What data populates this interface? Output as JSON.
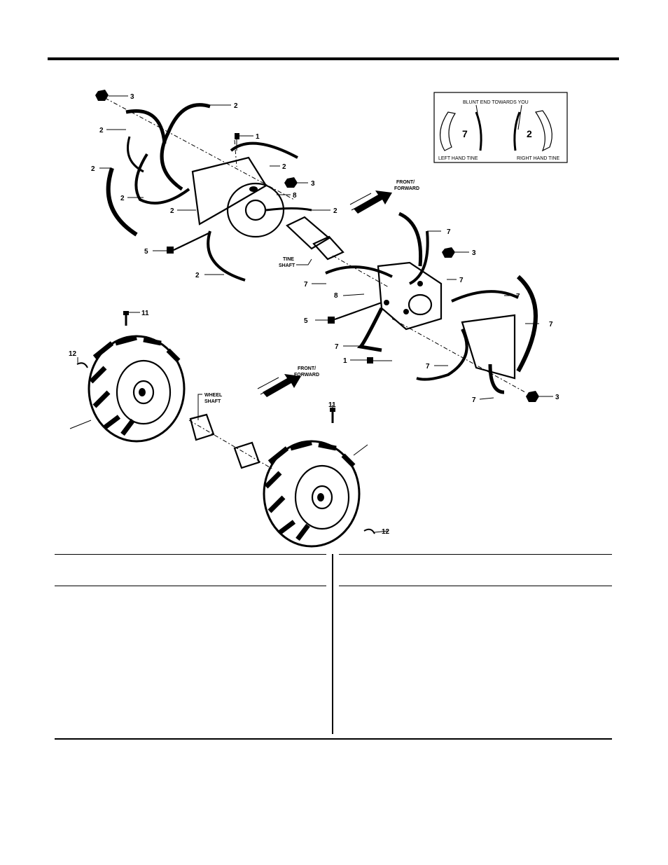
{
  "callouts": {
    "c1": "1",
    "c2": "2",
    "c3": "3",
    "c5": "5",
    "c7": "7",
    "c8": "8",
    "c11": "11",
    "c12": "12"
  },
  "labels": {
    "front_forward_line1": "FRONT/",
    "front_forward_line2": "FORWARD",
    "tine_shaft_line1": "TINE",
    "tine_shaft_line2": "SHAFT",
    "wheel_shaft_line1": "WHEEL",
    "wheel_shaft_line2": "SHAFT"
  },
  "inset": {
    "caption": "BLUNT END TOWARDS YOU",
    "left_number": "7",
    "right_number": "2",
    "left_label": "LEFT HAND TINE",
    "right_label": "RIGHT HAND TINE"
  }
}
